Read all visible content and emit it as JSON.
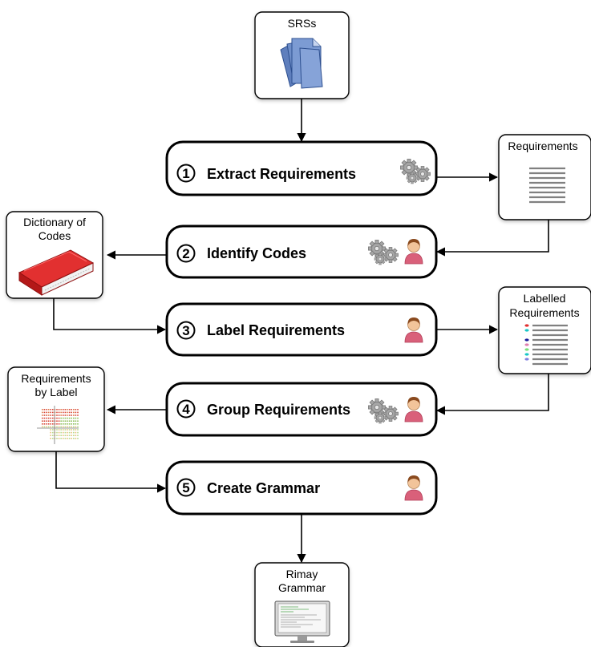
{
  "steps": [
    {
      "number": "1",
      "label": "Extract Requirements",
      "icons": [
        "gears-icon"
      ]
    },
    {
      "number": "2",
      "label": "Identify Codes",
      "icons": [
        "gears-icon",
        "person-icon"
      ]
    },
    {
      "number": "3",
      "label": "Label Requirements",
      "icons": [
        "person-icon"
      ]
    },
    {
      "number": "4",
      "label": "Group Requirements",
      "icons": [
        "gears-icon",
        "person-icon"
      ]
    },
    {
      "number": "5",
      "label": "Create Grammar",
      "icons": [
        "person-icon"
      ]
    }
  ],
  "artifacts": {
    "srs": {
      "label": "SRSs",
      "icon": "documents-icon"
    },
    "requirements": {
      "label": "Requirements",
      "icon": "text-lines-icon"
    },
    "dictionary": {
      "label_line1": "Dictionary of",
      "label_line2": "Codes",
      "icon": "red-book-icon"
    },
    "labelled": {
      "label_line1": "Labelled",
      "label_line2": "Requirements",
      "icon": "colored-list-icon"
    },
    "by_label": {
      "label_line1": "Requirements",
      "label_line2": "by Label",
      "icon": "dot-matrix-icon"
    },
    "grammar": {
      "label_line1": "Rimay",
      "label_line2": "Grammar",
      "icon": "monitor-icon"
    }
  },
  "colors": {
    "document_blue": "#6f8fc9",
    "book_red": "#d81e1e",
    "person_pink": "#d9607a",
    "gear_gray": "#9a9a9a",
    "line_gray": "#808080"
  }
}
